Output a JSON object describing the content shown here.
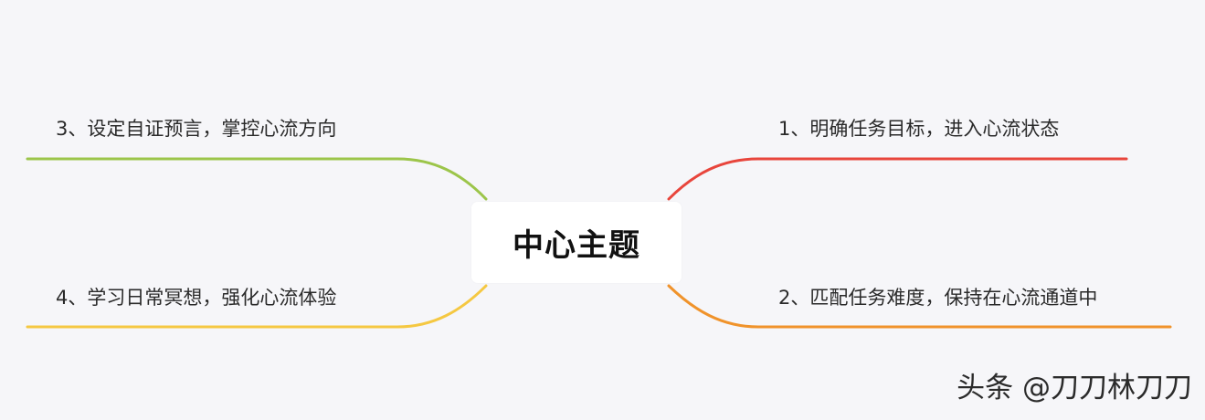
{
  "center": {
    "title": "中心主题"
  },
  "branches": [
    {
      "label": "1、明确任务目标，进入心流状态",
      "color": "#e8453c"
    },
    {
      "label": "2、匹配任务难度，保持在心流通道中",
      "color": "#f0932b"
    },
    {
      "label": "3、设定自证预言，掌控心流方向",
      "color": "#9cc54a"
    },
    {
      "label": "4、学习日常冥想，强化心流体验",
      "color": "#f5c842"
    }
  ],
  "watermark": {
    "text": "头条 @刀刀林刀刀"
  }
}
